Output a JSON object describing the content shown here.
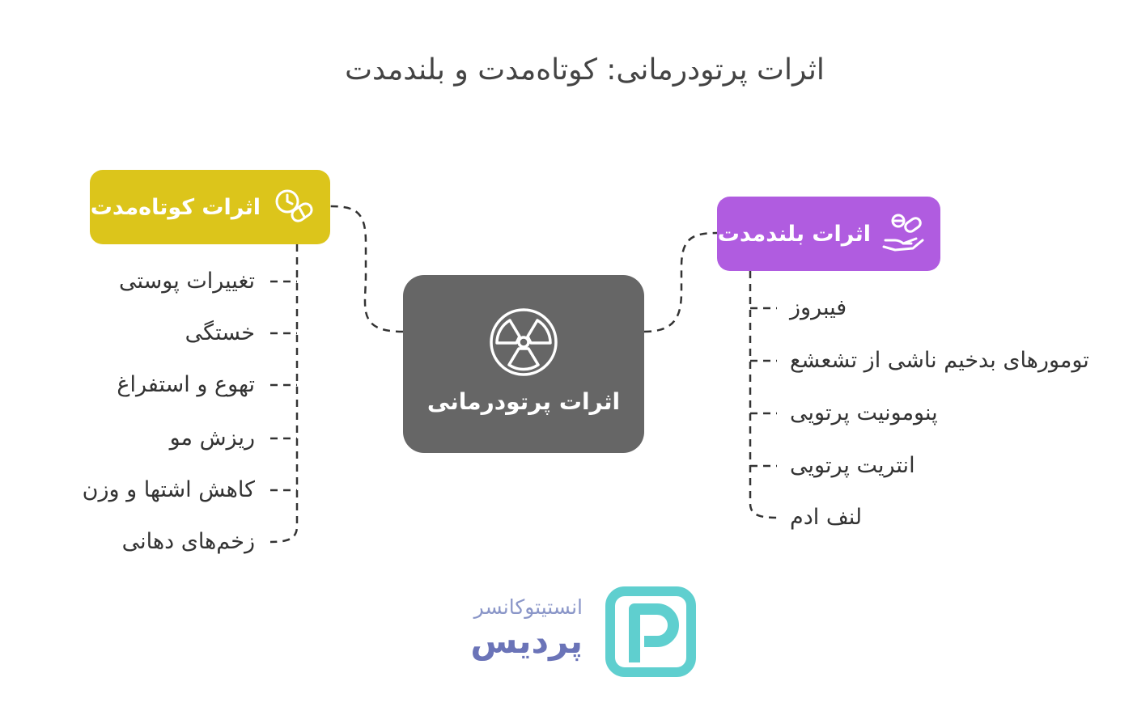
{
  "title": "اثرات پرتودرمانی: کوتاه‌مدت و بلندمدت",
  "center": {
    "label": "اثرات پرتودرمانی",
    "icon": "radiation-icon"
  },
  "short_term": {
    "label": "اثرات کوتاه‌مدت",
    "icon": "pills-clock-icon",
    "color": "#dcc51b",
    "items": [
      "تغییرات پوستی",
      "خستگی",
      "تهوع و استفراغ",
      "ریزش مو",
      "کاهش اشتها و وزن",
      "زخم‌های دهانی"
    ]
  },
  "long_term": {
    "label": "اثرات بلندمدت",
    "icon": "hand-pills-icon",
    "color": "#b05ce0",
    "items": [
      "فیبروز",
      "تومورهای بدخیم ناشی از تشعشع",
      "پنومونیت پرتویی",
      "انتریت پرتویی",
      "لنف ادم"
    ]
  },
  "brand": {
    "line1": "انستیتوکانسر",
    "line2": "پردیس",
    "logo_icon": "pardis-p-logo-icon",
    "logo_color": "#5fcfcf"
  }
}
